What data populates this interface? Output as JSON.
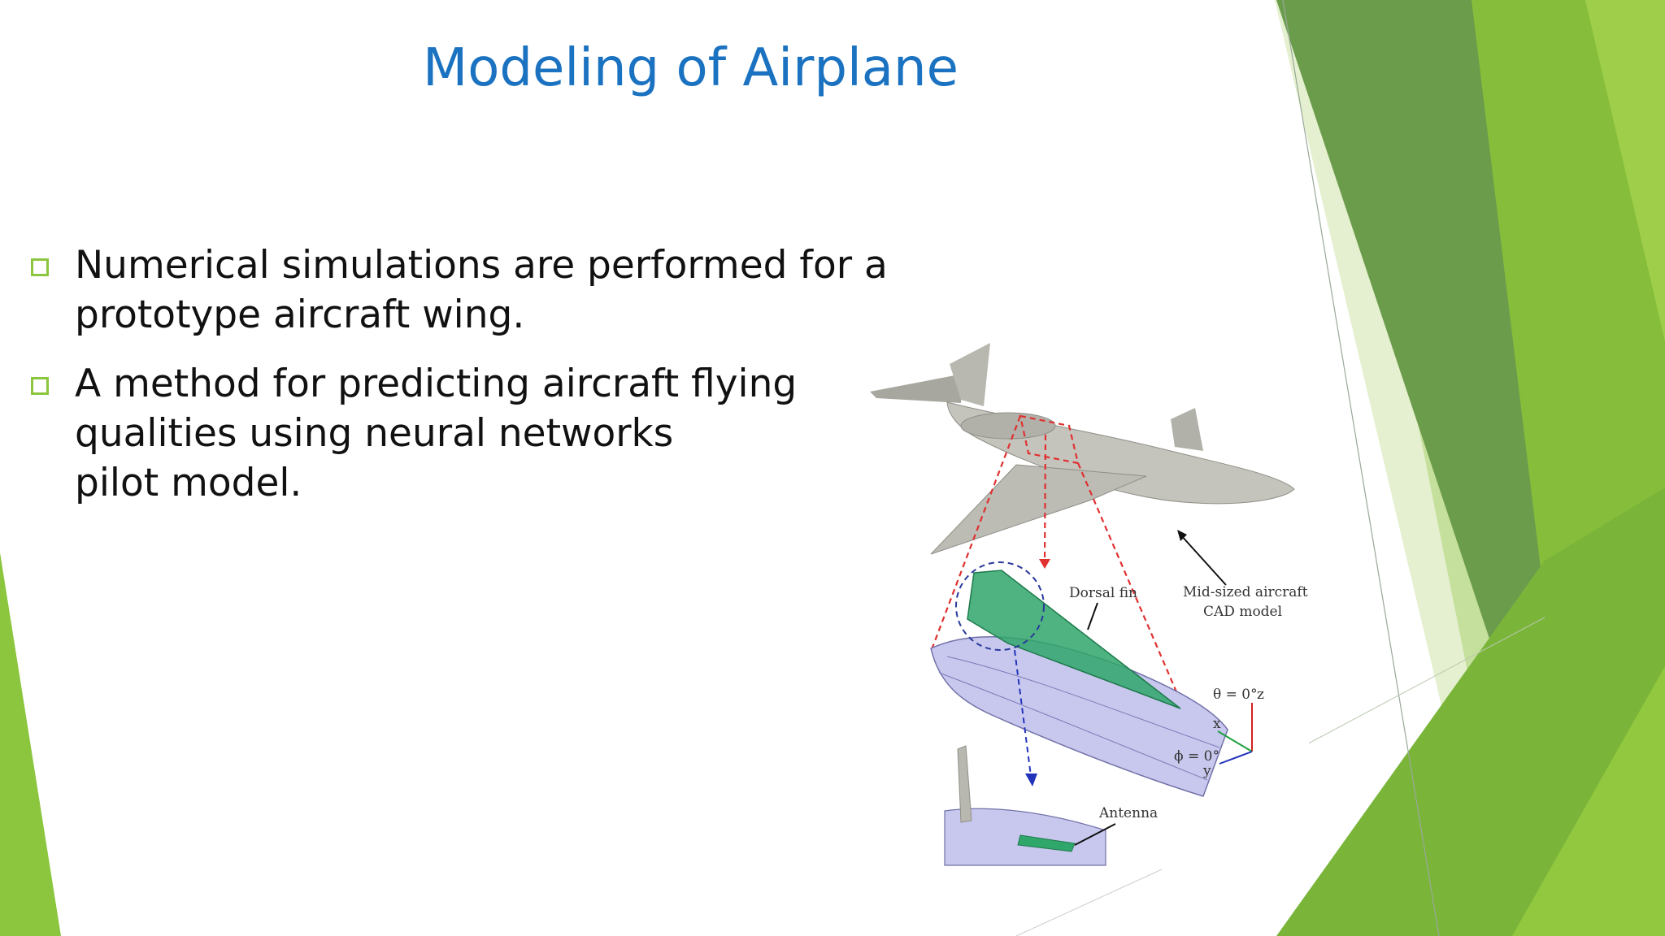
{
  "slide": {
    "title": "Modeling of Airplane",
    "bullets": [
      {
        "lines": [
          "Numerical simulations are performed for a",
          "prototype aircraft wing."
        ]
      },
      {
        "lines": [
          "A method for predicting aircraft flying",
          "qualities using neural networks",
          "pilot model."
        ]
      }
    ]
  },
  "figure": {
    "labels": {
      "dorsal_fin": "Dorsal fin",
      "cad_model_line1": "Mid-sized aircraft",
      "cad_model_line2": "CAD model",
      "theta": "θ = 0°",
      "z_axis": "z",
      "x_axis": "x",
      "phi": "ϕ = 0°",
      "y_axis": "y",
      "antenna": "Antenna"
    }
  },
  "colors": {
    "title": "#1a72c0",
    "accent_green": "#8cc63f",
    "dark_green": "#6a9e2e"
  }
}
